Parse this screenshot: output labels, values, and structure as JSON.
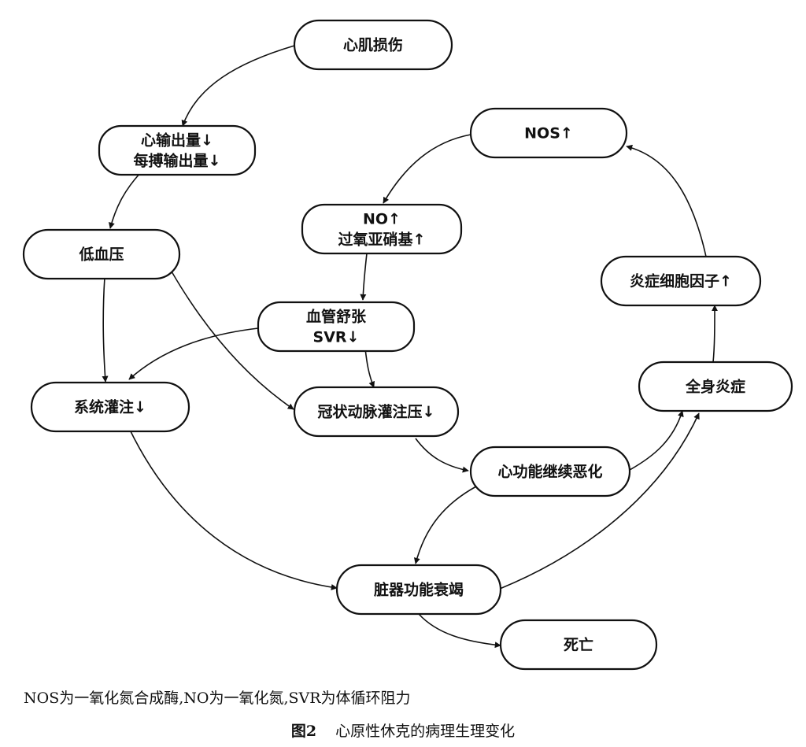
{
  "diagram": {
    "nodes": {
      "myocardial_injury": {
        "lines": [
          "心肌损伤"
        ]
      },
      "cardiac_output": {
        "lines": [
          "心输出量↓",
          "每搏输出量↓"
        ]
      },
      "hypotension": {
        "lines": [
          "低血压"
        ]
      },
      "systemic_perfusion": {
        "lines": [
          "系统灌注↓"
        ]
      },
      "coronary_perfusion": {
        "lines": [
          "冠状动脉灌注压↓"
        ]
      },
      "vasodilation": {
        "lines": [
          "血管舒张",
          "SVR↓"
        ]
      },
      "no_peroxynitrite": {
        "lines": [
          "NO↑",
          "过氧亚硝基↑"
        ]
      },
      "nos": {
        "lines": [
          "NOS↑"
        ]
      },
      "inflammatory_cytokines": {
        "lines": [
          "炎症细胞因子↑"
        ]
      },
      "systemic_inflammation": {
        "lines": [
          "全身炎症"
        ]
      },
      "cardiac_deterioration": {
        "lines": [
          "心功能继续恶化"
        ]
      },
      "organ_failure": {
        "lines": [
          "脏器功能衰竭"
        ]
      },
      "death": {
        "lines": [
          "死亡"
        ]
      }
    }
  },
  "note": "NOS为一氧化氮合成酶,NO为一氧化氮,SVR为体循环阻力",
  "caption": {
    "label": "图2",
    "title": "心原性休克的病理生理变化"
  }
}
